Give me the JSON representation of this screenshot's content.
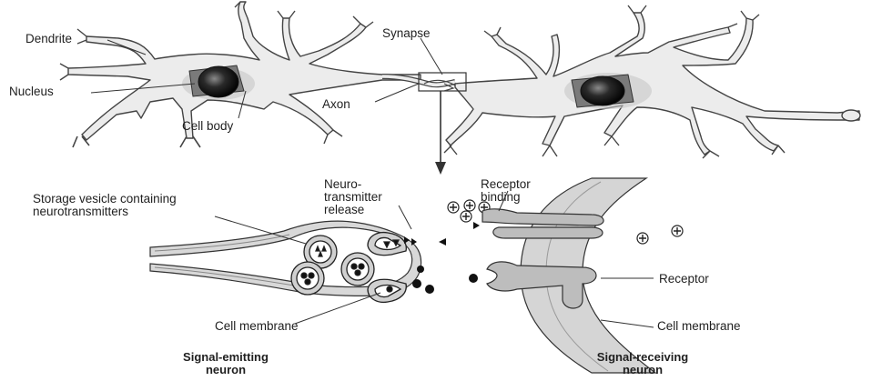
{
  "labels": {
    "dendrite": "Dendrite",
    "nucleus": "Nucleus",
    "cell_body": "Cell body",
    "synapse": "Synapse",
    "axon": "Axon",
    "storage_vesicle": "Storage vesicle containing neurotransmitters",
    "neurotransmitter_release": "Neuro-transmitter release",
    "receptor_binding": "Receptor binding",
    "receptor": "Receptor",
    "cell_membrane_left": "Cell membrane",
    "cell_membrane_right": "Cell membrane"
  },
  "captions": {
    "emitting": "Signal-emitting neuron",
    "receiving": "Signal-receiving neuron"
  }
}
